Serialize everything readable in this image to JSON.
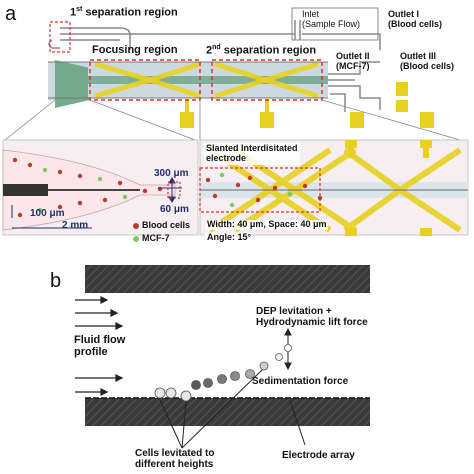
{
  "panel_a": {
    "letter": "a",
    "separation_1_prefix": "1",
    "separation_1_sup": "st",
    "separation_1_rest": " separation region",
    "inlet_line1": "Inlet",
    "inlet_line2": "(Sample Flow)",
    "outlet1_line1": "Outlet I",
    "outlet1_line2": "(Blood cells)",
    "focusing": "Focusing region",
    "separation_2_prefix": "2",
    "separation_2_sup": "nd",
    "separation_2_rest": " separation region",
    "outlet2_line1": "Outlet II",
    "outlet2_line2": "(MCF-7)",
    "outlet3_line1": "Outlet III",
    "outlet3_line2": "(Blood cells)",
    "slanted_line1": "Slanted Interdisitated",
    "slanted_line2": "electrode",
    "dim_300": "300 μm",
    "dim_60": "60 μm",
    "dim_100": "100 μm",
    "dim_2mm": "2 mm",
    "legend_blood": "Blood cells",
    "legend_mcf": "MCF-7",
    "width_space": "Width: 40 μm, Space: 40 μm",
    "angle": "Angle: 15°"
  },
  "panel_b": {
    "letter": "b",
    "fluid_line1": "Fluid flow",
    "fluid_line2": "profile",
    "dep_line1": "DEP levitation +",
    "dep_line2": "Hydrodynamic lift force",
    "sedimentation": "Sedimentation force",
    "cells_line1": "Cells levitated to",
    "cells_line2": "different heights",
    "electrode_array": "Electrode array"
  },
  "colors": {
    "navy": "#1f2f6e",
    "blood_cell": "#c0392b",
    "mcf7": "#7ec86b",
    "electrode": "#e8d020",
    "highlight_box": "#d9342b",
    "channel_green": "#5a9e6e"
  }
}
